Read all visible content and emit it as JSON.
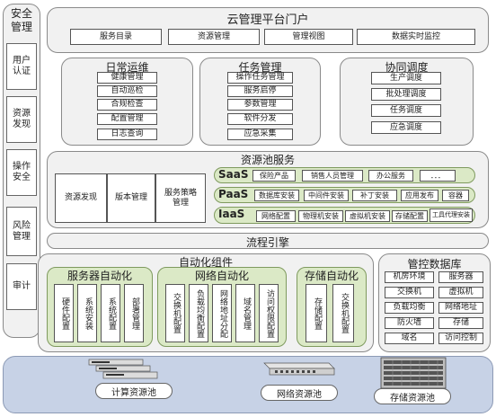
{
  "sidebar": {
    "title": "安全\n管理",
    "items": [
      "用户\n认证",
      "资源\n发现",
      "操作\n安全",
      "风险\n管理",
      "审计"
    ]
  },
  "portal": {
    "title": "云管理平台门户",
    "items": [
      "服务目录",
      "资源管理",
      "管理视图",
      "数据实时监控"
    ]
  },
  "ops": {
    "title": "日常运维",
    "items": [
      "健康管理",
      "自动巡检",
      "合规检查",
      "配置管理",
      "日志查询"
    ]
  },
  "tasks": {
    "title": "任务管理",
    "items": [
      "操作任务管理",
      "服务启停",
      "参数管理",
      "软件分发",
      "应急采集"
    ]
  },
  "coord": {
    "title": "协同调度",
    "items": [
      "生产调度",
      "批处理调度",
      "任务调度",
      "应急调度"
    ]
  },
  "pool_service": {
    "title": "资源池服务",
    "left_items": [
      "资源发现",
      "版本管理",
      "服务策略\n管理"
    ],
    "saas": {
      "label": "SaaS",
      "items": [
        "保险产品",
        "销售人员管理",
        "办公服务",
        "．．．"
      ]
    },
    "paas": {
      "label": "PaaS",
      "items": [
        "数据库安装",
        "中间件安装",
        "补丁安装",
        "应用发布",
        "容器"
      ]
    },
    "iaas": {
      "label": "IaaS",
      "items": [
        "网络配置",
        "物理机安装",
        "虚拟机安装",
        "存储配置",
        "工具代理安装"
      ]
    }
  },
  "flow": {
    "title": "流程引擎"
  },
  "automation": {
    "title": "自动化组件",
    "server": {
      "title": "服务器自动化",
      "items": [
        "硬件配置",
        "系统安装",
        "系统配置",
        "部署管理"
      ]
    },
    "network": {
      "title": "网络自动化",
      "items": [
        "交换机配置",
        "负载均衡配置",
        "网络地址分配",
        "域名管理",
        "访问权限配置"
      ]
    },
    "storage": {
      "title": "存储自动化",
      "items": [
        "存储配置",
        "交换机配置"
      ]
    }
  },
  "cmdb": {
    "title": "管控数据库",
    "items": [
      "机房环境",
      "服务器",
      "交换机",
      "虚拟机",
      "负载均衡",
      "网络地址",
      "防火墙",
      "存储",
      "域名",
      "访问控制"
    ]
  },
  "resource_pools": {
    "compute": "计算资源池",
    "network": "网络资源池",
    "storage": "存储资源池"
  },
  "colors": {
    "panel_bg": "#f1f1f1",
    "green_bg": "#dbe9c6",
    "border": "#8a8a8a"
  }
}
